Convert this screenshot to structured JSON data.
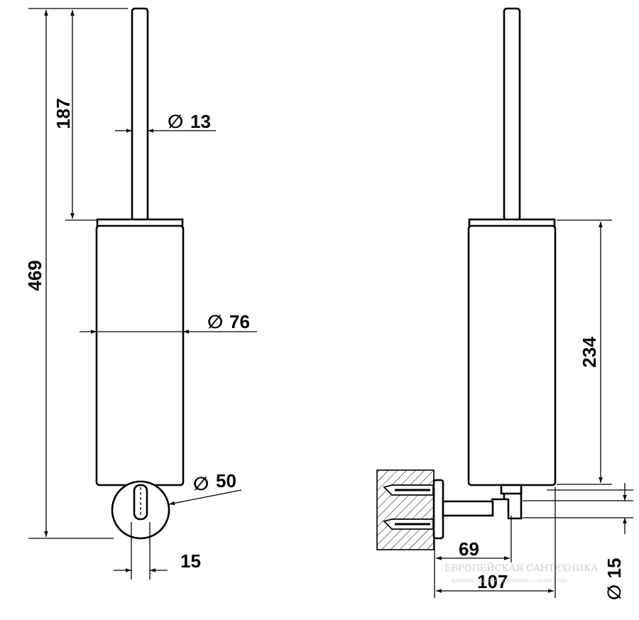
{
  "drawing": {
    "front_view": {
      "total_height": "469",
      "handle_length": "187",
      "handle_diameter": "13",
      "container_diameter": "76",
      "wall_plate_diameter": "50",
      "bracket_width": "15"
    },
    "side_view": {
      "container_height": "234",
      "wall_to_bracket": "69",
      "total_projection": "107",
      "bracket_diameter": "15"
    },
    "diameter_symbol": "∅",
    "watermark": {
      "line1": "ЕВРОПЕЙСКАЯ САНТЕХНИКА",
      "line2": "КАМИНЫ • БАНИ • ОТОПЛЕНИЕ • САУНЫ • СПА"
    }
  }
}
